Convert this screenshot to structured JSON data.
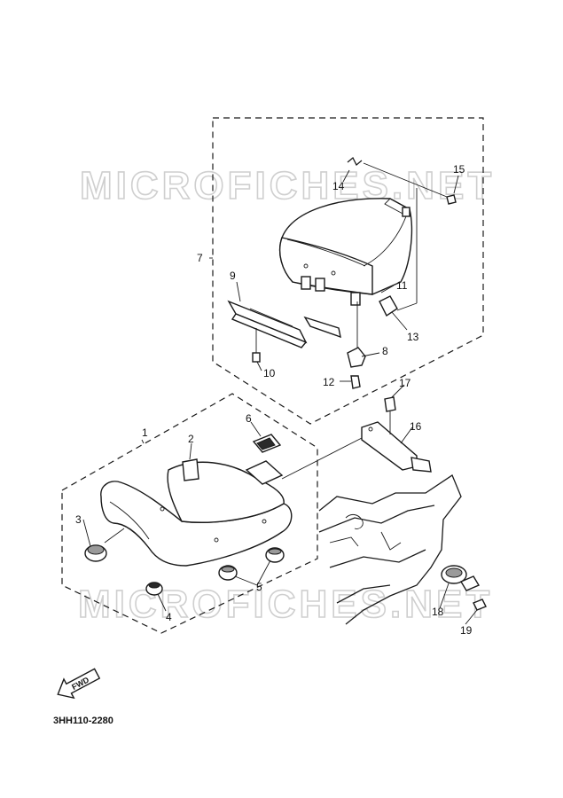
{
  "watermarks": [
    "MICROFICHES.NET",
    "MICROFICHES.NET"
  ],
  "callouts": {
    "c1": "1",
    "c2": "2",
    "c3": "3",
    "c4": "4",
    "c5": "5",
    "c6": "6",
    "c7": "7",
    "c8": "8",
    "c9": "9",
    "c10": "10",
    "c11": "11",
    "c12": "12",
    "c13": "13",
    "c14": "14",
    "c15": "15",
    "c16": "16",
    "c17": "17",
    "c18": "18",
    "c19": "19"
  },
  "fwd_label": "FWD",
  "diagram_code": "3HH110-2280"
}
